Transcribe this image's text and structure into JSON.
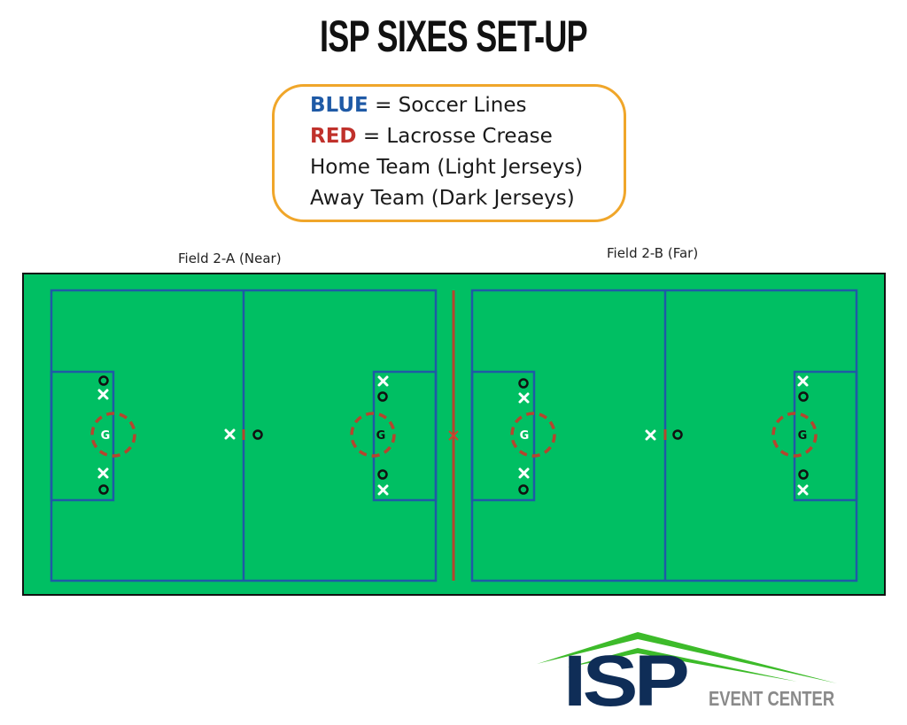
{
  "title": "ISP SIXES SET-UP",
  "legend": {
    "blue_keyword": "BLUE",
    "blue_text": " = Soccer Lines",
    "red_keyword": "RED",
    "red_text": " = Lacrosse Crease",
    "home_text": "Home Team (Light Jerseys)",
    "away_text": "Away Team (Dark Jerseys)",
    "colors": {
      "blue": "#1f5aa6",
      "red": "#c0312b",
      "border": "#f0a62a"
    }
  },
  "fields": [
    {
      "label": "Field 2-A (Near)"
    },
    {
      "label": "Field 2-B (Far)"
    }
  ],
  "markers": {
    "goalie_label": "G",
    "home_symbol": "x",
    "away_symbol": "o",
    "center_symbol": "x"
  },
  "colors": {
    "turf": "#00bf63",
    "soccer_line": "#1f5aa6",
    "crease": "#b5452e",
    "home_marker": "#ffffff",
    "away_marker": "#111111"
  },
  "logo": {
    "brand": "ISP",
    "subtitle": "EVENT CENTER",
    "roof_color": "#3dbb2a",
    "brand_color": "#0f2d57",
    "subtitle_color": "#8a8a8a"
  }
}
